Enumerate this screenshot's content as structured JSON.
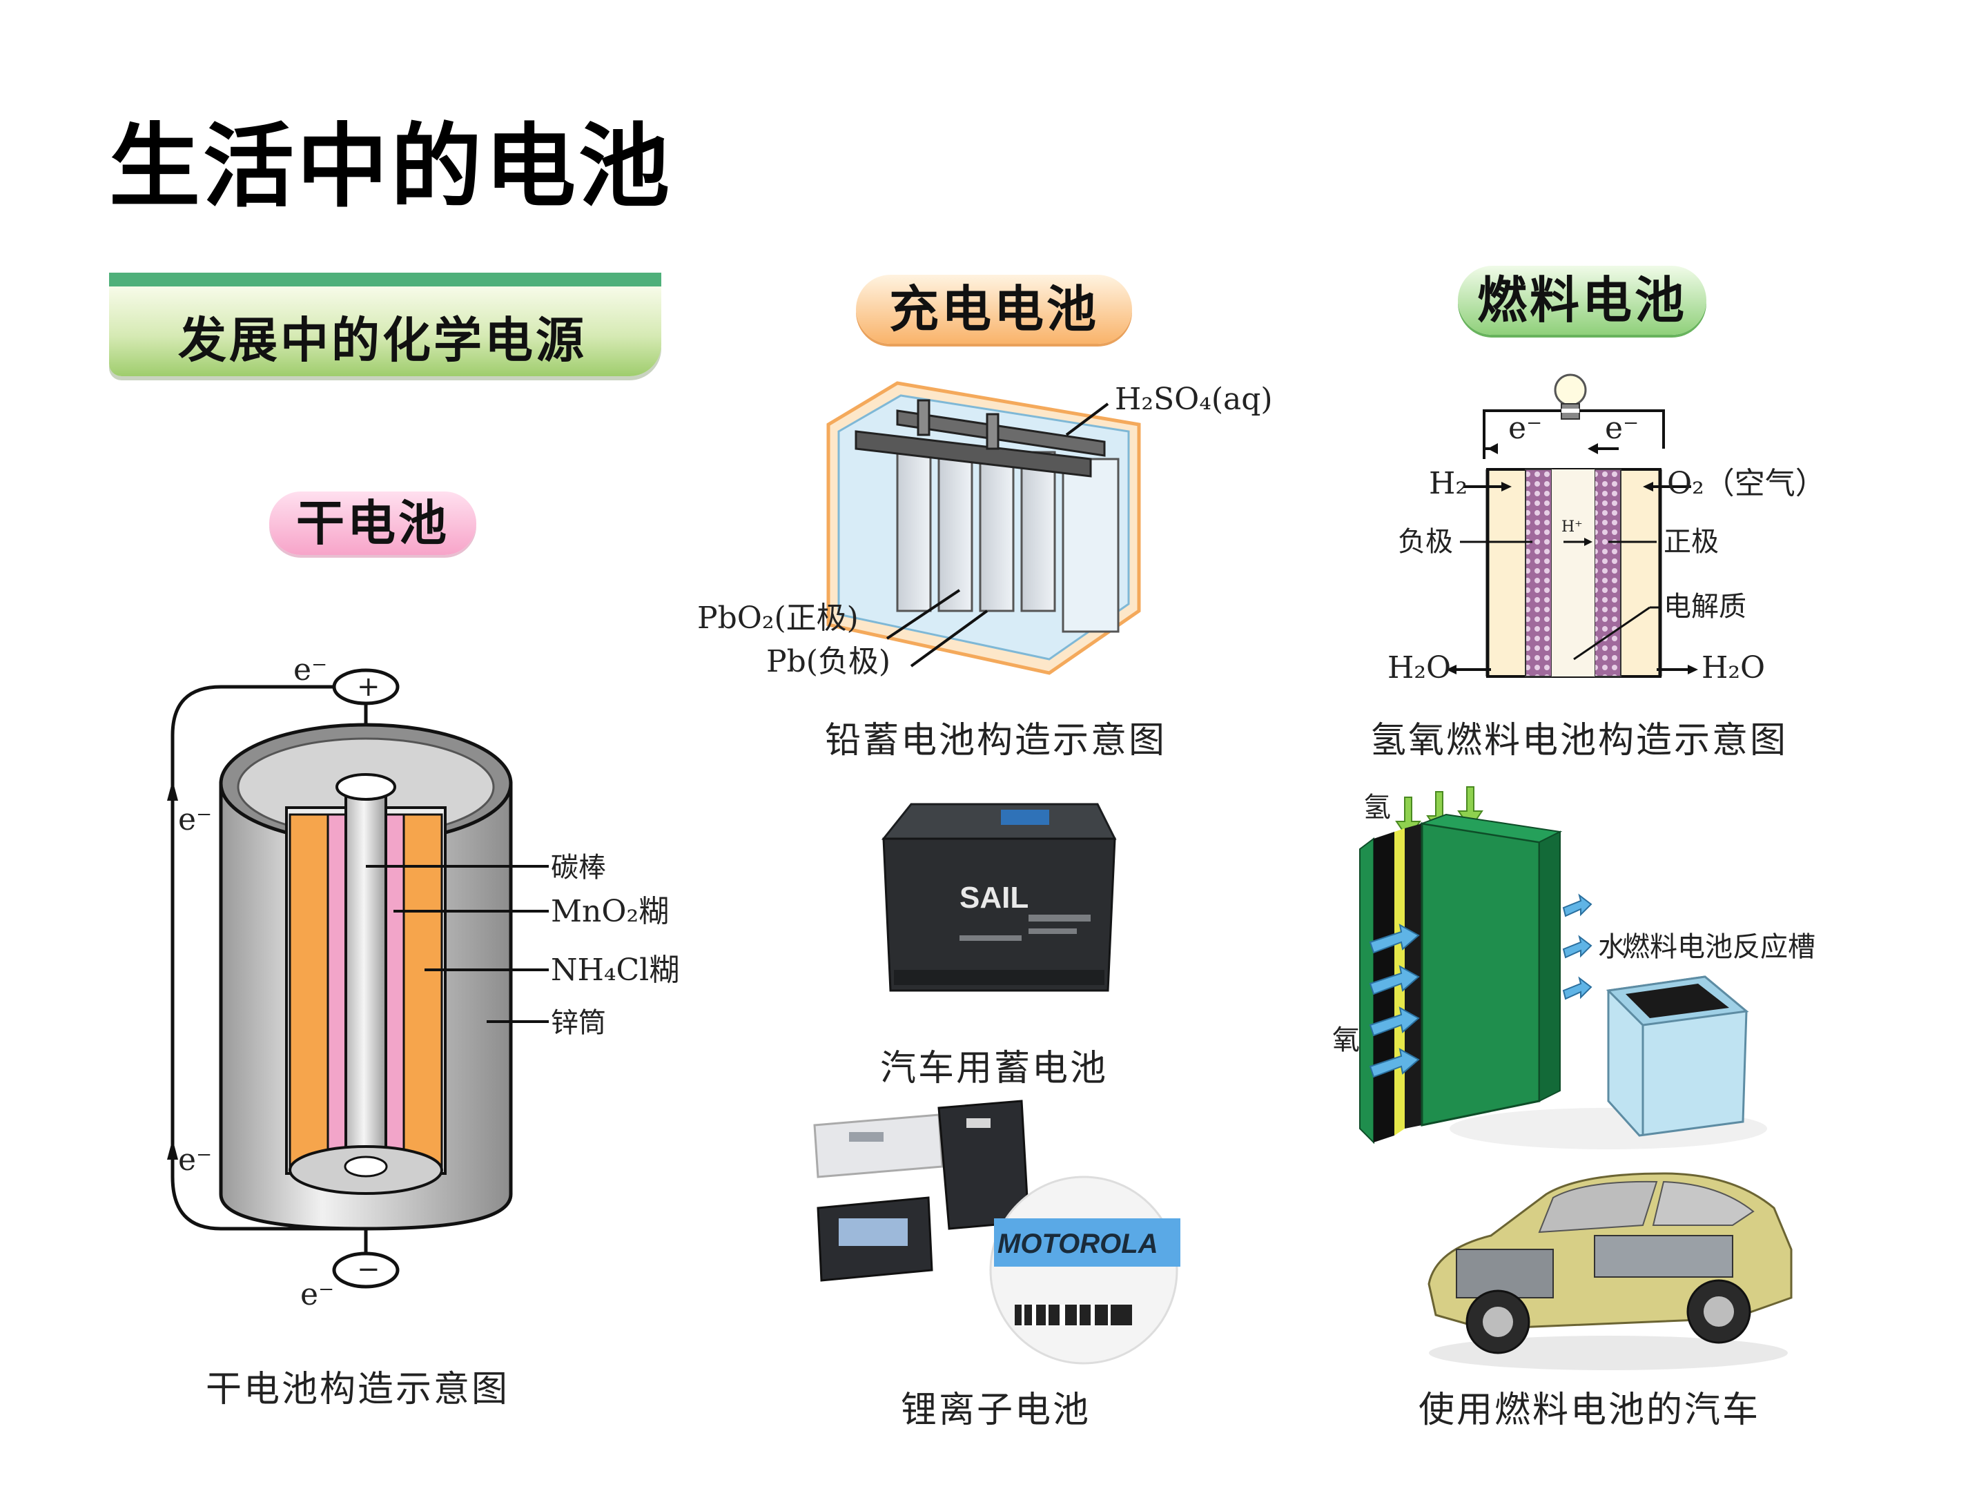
{
  "title": "生活中的电池",
  "banner": "发展中的化学电源",
  "dry_cell": {
    "tag": "干电池",
    "caption": "干电池构造示意图",
    "labels": {
      "carbon_rod": "碳棒",
      "mno2": "MnO₂糊",
      "nh4cl": "NH₄Cl糊",
      "zinc": "锌筒",
      "electron": "e⁻",
      "plus": "+",
      "minus": "−"
    }
  },
  "rechargeable": {
    "tag": "充电电池",
    "diagram_caption": "铅蓄电池构造示意图",
    "labels": {
      "electrolyte": "H₂SO₄(aq)",
      "positive": "PbO₂(正极)",
      "negative": "Pb(负极)"
    },
    "car_battery_brand": "SAIL",
    "car_battery_caption": "汽车用蓄电池",
    "li_ion_brand": "MOTOROLA",
    "li_ion_caption": "锂离子电池"
  },
  "fuel_cell": {
    "tag": "燃料电池",
    "diagram_caption": "氢氧燃料电池构造示意图",
    "labels": {
      "h2": "H₂",
      "o2": "O₂（空气）",
      "neg": "负极",
      "pos": "正极",
      "hplus": "H⁺",
      "electrolyte": "电解质",
      "h2o_left": "H₂O",
      "h2o_right": "H₂O",
      "electron": "e⁻"
    },
    "stack_labels": {
      "hydrogen": "氢",
      "oxygen": "氧",
      "water": "水",
      "reactor": "燃料电池反应槽"
    },
    "car_caption": "使用燃料电池的汽车"
  },
  "colors": {
    "green_bar": "#4fb07a",
    "orange_fill": "#f6a54c",
    "pink_fill": "#f2a5c9",
    "stack_green": "#1f8e4d"
  }
}
